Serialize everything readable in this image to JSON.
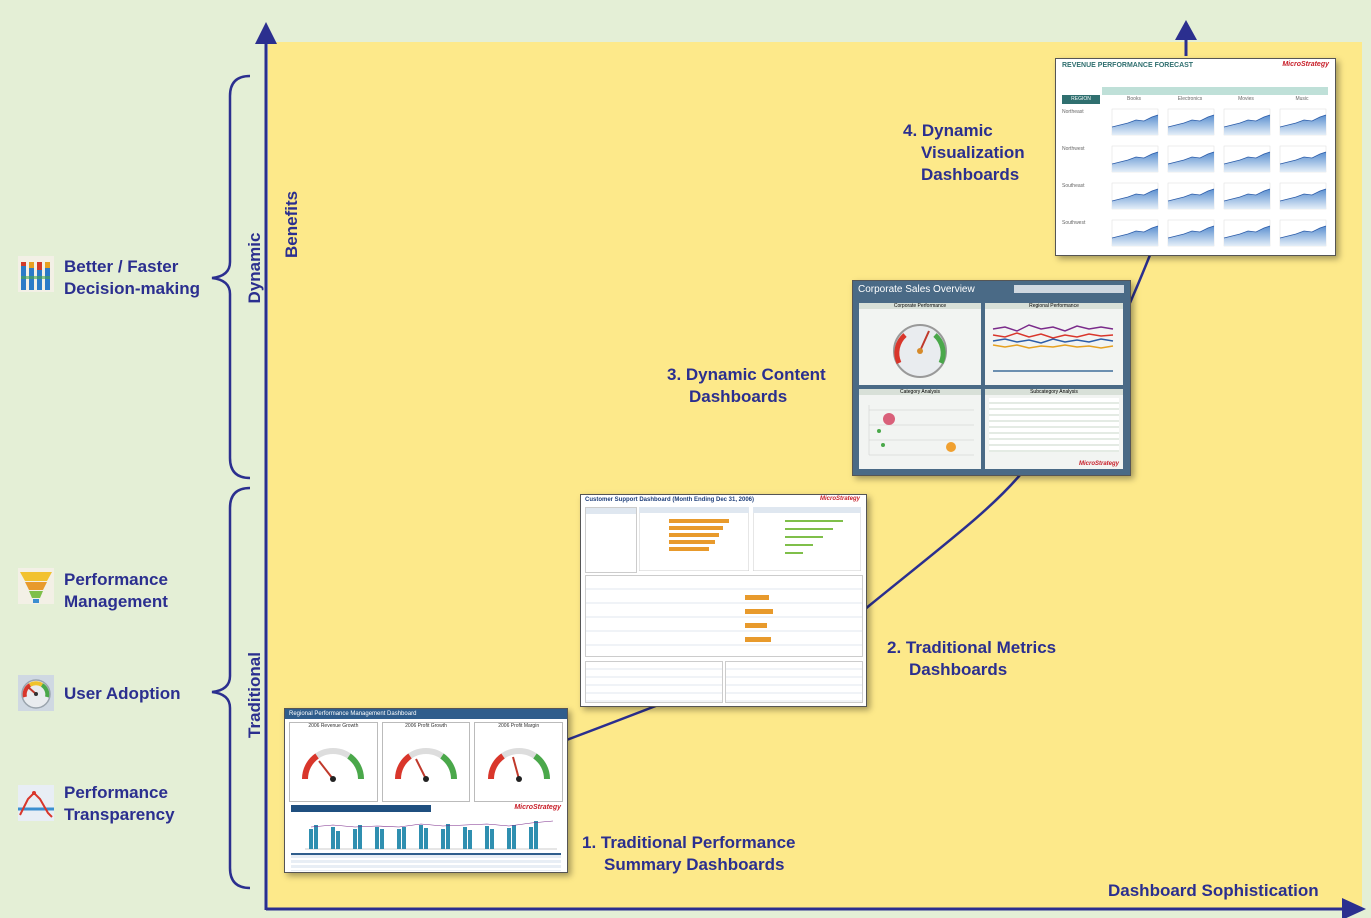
{
  "axes": {
    "y_label": "Benefits",
    "x_label": "Dashboard Sophistication"
  },
  "brackets": {
    "dynamic": "Dynamic",
    "traditional": "Traditional"
  },
  "benefits": [
    {
      "line1": "Better / Faster",
      "line2": "Decision-making",
      "icon": "bar-chart-icon"
    },
    {
      "line1": "Performance",
      "line2": "Management",
      "icon": "funnel-icon"
    },
    {
      "line1": "User Adoption",
      "line2": "",
      "icon": "gauge-icon"
    },
    {
      "line1": "Performance",
      "line2": "Transparency",
      "icon": "line-chart-icon"
    }
  ],
  "stages": [
    {
      "line1": "1. Traditional Performance",
      "line2": "Summary Dashboards",
      "line3": ""
    },
    {
      "line1": "2. Traditional Metrics",
      "line2": "Dashboards",
      "line3": ""
    },
    {
      "line1": "3. Dynamic Content",
      "line2": "Dashboards",
      "line3": ""
    },
    {
      "line1": "4. Dynamic",
      "line2": "Visualization",
      "line3": "Dashboards"
    }
  ],
  "thumbnails": {
    "t1_title": "Regional Performance Management Dashboard",
    "t1_gauges": [
      "2006 Revenue Growth",
      "2006 Profit Growth",
      "2006 Profit Margin"
    ],
    "t1_brand": "MicroStrategy",
    "t2_title": "Customer Support Dashboard (Month Ending Dec 31, 2006)",
    "t2_brand": "MicroStrategy",
    "t3_title": "Corporate Sales Overview",
    "t3_panels": [
      "Corporate Performance",
      "Regional Performance",
      "Category Analysis",
      "Subcategory Analysis"
    ],
    "t3_brand": "MicroStrategy",
    "t4_title": "REVENUE PERFORMANCE FORECAST",
    "t4_brand": "MicroStrategy",
    "t4_header": "REGION",
    "t4_columns": [
      "Books",
      "Electronics",
      "Movies",
      "Music"
    ],
    "t4_rows": [
      "Northeast",
      "Northwest",
      "Southeast",
      "Southwest"
    ]
  },
  "colors": {
    "background": "#e4efd6",
    "panel": "#fde98a",
    "accent": "#2b2f8f"
  }
}
